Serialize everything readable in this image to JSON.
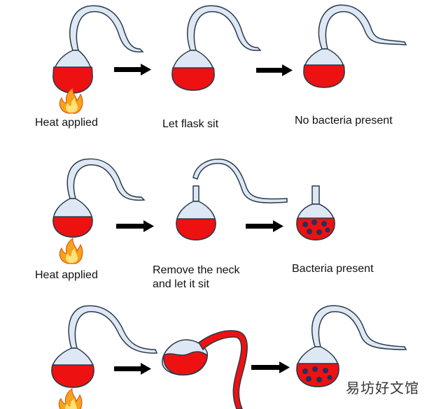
{
  "rows": [
    {
      "labels": [
        "Heat applied",
        "Let flask sit",
        "No bacteria present"
      ],
      "stages": [
        "heated-flask",
        "intact-flask",
        "sterile-flask"
      ]
    },
    {
      "labels": [
        "Heat applied",
        "Remove the neck",
        "and let it sit",
        "Bacteria present"
      ],
      "stages": [
        "heated-flask",
        "neck-removed-flask",
        "contaminated-flask"
      ]
    },
    {
      "labels": [],
      "stages": [
        "heated-flask",
        "tilted-flask",
        "contaminated-flask"
      ]
    }
  ],
  "watermark": "易坊好文馆",
  "colors": {
    "broth": "#ee1111",
    "glass_stroke": "#2a3a4a",
    "glass_fill": "#dde8f4",
    "arrow": "#000000",
    "bacteria": "#27305a",
    "flame_outer": "#f6a21a",
    "flame_inner": "#ffe27a"
  }
}
